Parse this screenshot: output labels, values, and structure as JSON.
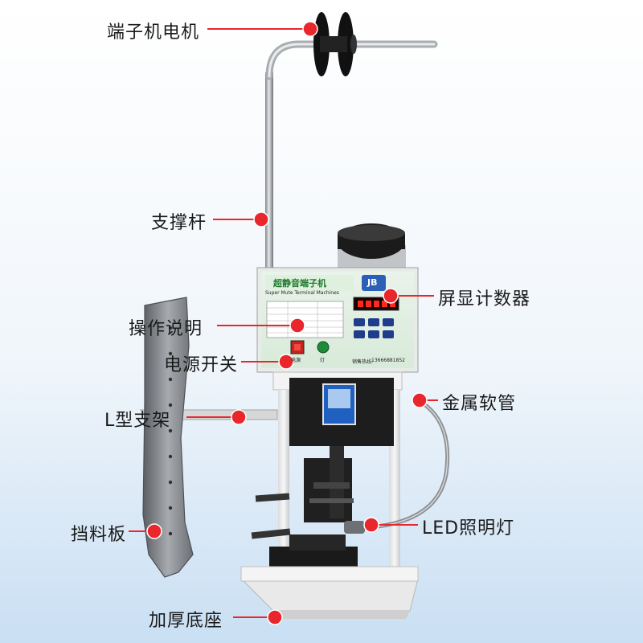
{
  "callouts": [
    {
      "id": "motor",
      "text": "端子机电机"
    },
    {
      "id": "rod",
      "text": "支撑杆"
    },
    {
      "id": "counter",
      "text": "屏显计数器"
    },
    {
      "id": "manual",
      "text": "操作说明"
    },
    {
      "id": "power",
      "text": "电源开关"
    },
    {
      "id": "hose",
      "text": "金属软管"
    },
    {
      "id": "bracket",
      "text": "L型支架"
    },
    {
      "id": "led",
      "text": "LED照明灯"
    },
    {
      "id": "baffle",
      "text": "挡料板"
    },
    {
      "id": "base",
      "text": "加厚底座"
    }
  ],
  "machine_panel": {
    "title": "超静音端子机",
    "subtitle": "Super Mute Terminal Machines",
    "brand": "JB",
    "phone": "13666881852",
    "sales_label": "销售热线:",
    "power_label": "电源",
    "lamp_label": "灯"
  },
  "colors": {
    "callout_line": "#e8262b",
    "callout_dot": "#e8262b",
    "background_top": "#ffffff",
    "background_bottom": "#cfe3f5"
  }
}
